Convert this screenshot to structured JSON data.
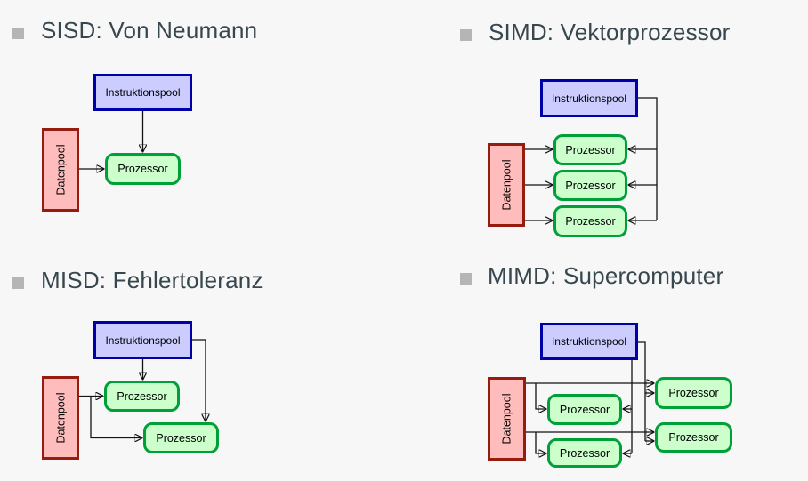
{
  "slide": {
    "background": "#f7f7f8",
    "labels": {
      "instruction_pool": "Instruktionspool",
      "data_pool": "Datenpool",
      "processor": "Prozessor"
    },
    "quadrants": [
      {
        "id": "sisd",
        "title": "SISD: Von Neumann",
        "processor_count": 1
      },
      {
        "id": "simd",
        "title": "SIMD: Vektorprozessor",
        "processor_count": 3
      },
      {
        "id": "misd",
        "title": "MISD: Fehlertoleranz",
        "processor_count": 2
      },
      {
        "id": "mimd",
        "title": "MIMD: Supercomputer",
        "processor_count": 4
      }
    ],
    "colors": {
      "title_text": "#37474e",
      "bullet": "#b5b5b5",
      "instruction_pool_fill": "#ccccff",
      "instruction_pool_border": "#0000a8",
      "data_pool_fill": "#ffbcbc",
      "data_pool_border": "#951c0e",
      "processor_fill": "#ccffcc",
      "processor_border": "#00a038",
      "arrow": "#111111"
    }
  }
}
